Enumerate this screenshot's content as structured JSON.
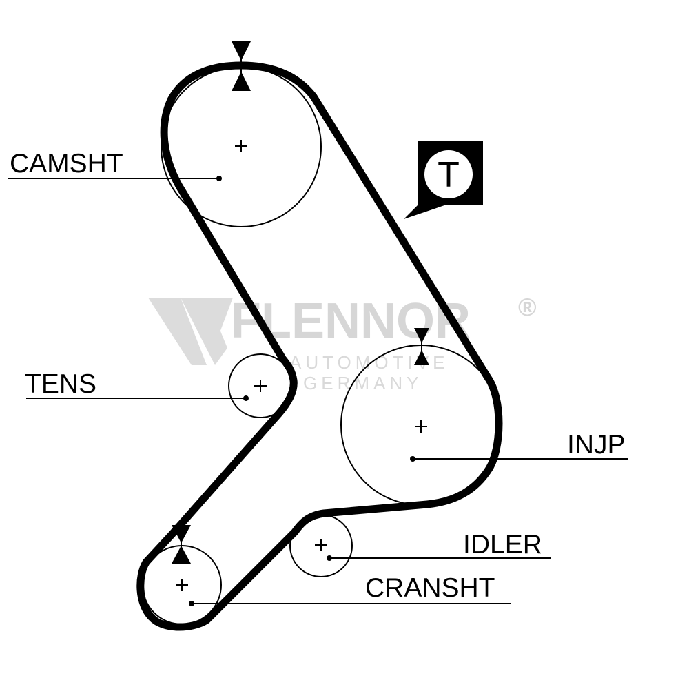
{
  "watermark": {
    "brand": "FLENNOR",
    "registered": "®",
    "line1": "AUTOMOTIVE",
    "line2": "GERMANY"
  },
  "labels": {
    "camshaft": "CAMSHT",
    "tensioner": "TENS",
    "injection_pump": "INJP",
    "idler": "IDLER",
    "crankshaft": "CRANSHT"
  },
  "tensioner_badge": "T",
  "colors": {
    "belt": "#000000",
    "pulley": "#000000",
    "watermark": "#d6d6d6",
    "background": "#ffffff"
  },
  "icons": {
    "timing_marks": "triangle-marker-icon",
    "pulley_centers": "plus-icon",
    "tensioner_badge": "t-badge-icon"
  }
}
